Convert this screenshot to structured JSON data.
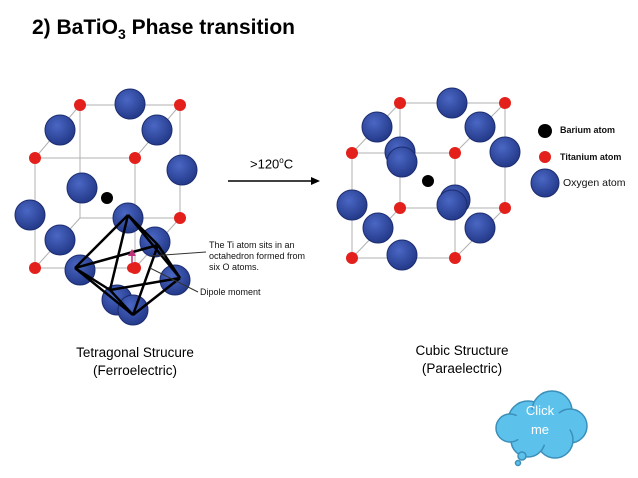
{
  "title": {
    "prefix": "2) BaTiO",
    "subscript": "3",
    "suffix": " Phase transition"
  },
  "arrow": {
    "label_main": ">120",
    "label_sup": "o",
    "label_unit": "C"
  },
  "tetragonal": {
    "line1": "Tetragonal Strucure",
    "line2": "(Ferroelectric)"
  },
  "cubic": {
    "line1": "Cubic Structure",
    "line2": "(Paraelectric)"
  },
  "annotations": {
    "ti_note": [
      "The Ti atom sits in an",
      "octahedron formed from",
      "six O atoms."
    ],
    "dipole": "Dipole moment"
  },
  "legend": {
    "barium": "Barium atom",
    "titanium": "Titanium atom",
    "oxygen": "Oxygen atom"
  },
  "colors": {
    "oxygen": "#2e4aa3",
    "titanium": "#e3201b",
    "barium": "#000000",
    "bubble": "#5cc2ec"
  },
  "button": {
    "line1": "Click",
    "line2": "me"
  }
}
